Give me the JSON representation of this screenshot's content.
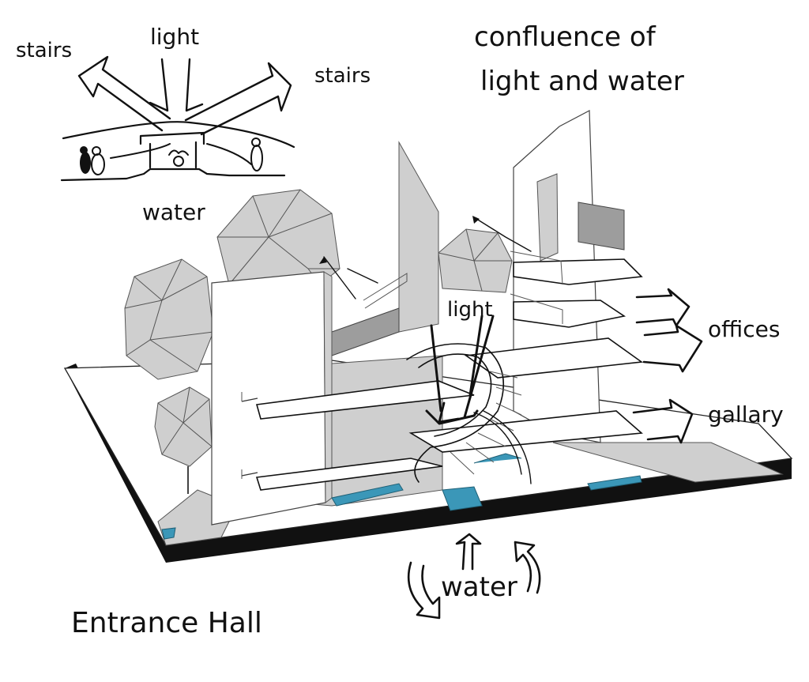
{
  "labels": {
    "title_line1": "confluence of",
    "title_line2": "light and water",
    "sketch_stairs_left": "stairs",
    "sketch_light": "light",
    "sketch_stairs_right": "stairs",
    "sketch_water": "water",
    "model_light": "light",
    "offices": "offices",
    "gallery": "gallary",
    "water": "water",
    "entrance_hall": "Entrance Hall"
  },
  "colors": {
    "water": "#3b97b8",
    "ink": "#111111",
    "shade": "#cfcfcf"
  }
}
